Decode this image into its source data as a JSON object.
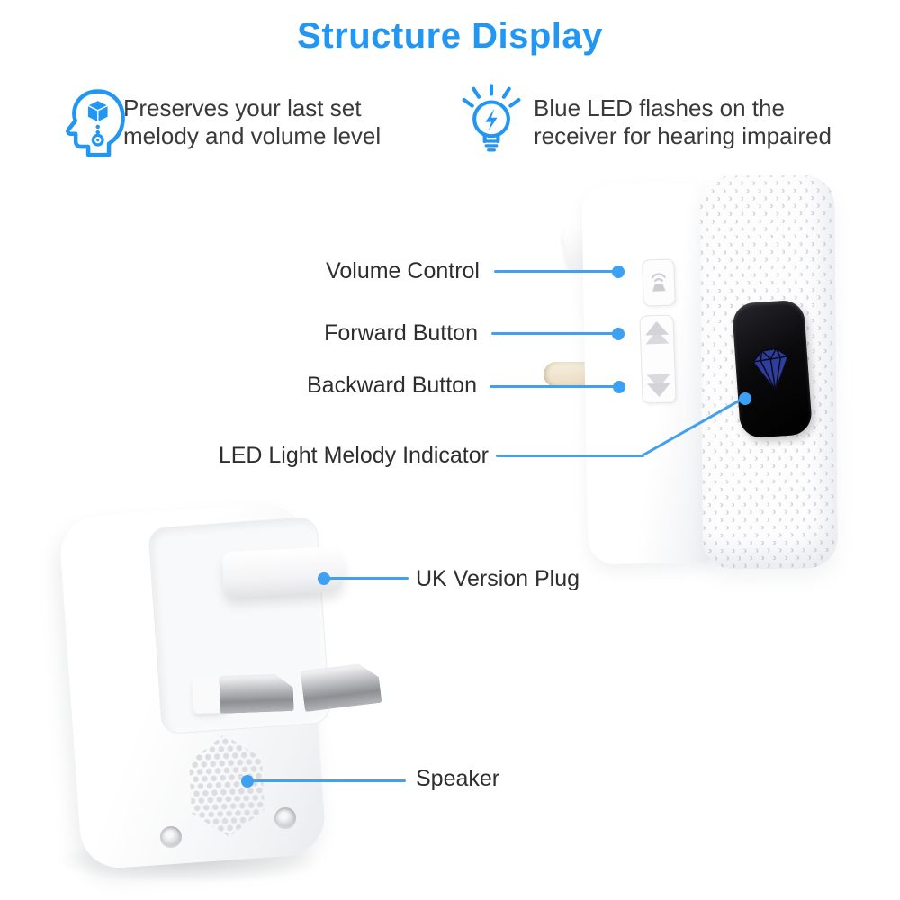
{
  "title": "Structure Display",
  "colors": {
    "accent_blue": "#2196f3",
    "callout_line_blue": "#43a0ef",
    "body_text": "#3a3a3a",
    "led_window_black": "#0a0a0c",
    "led_diamond_blue": "#2e3e9e",
    "plug_pin_beige": "#f0e6cf"
  },
  "features": [
    {
      "icon": "memory-head-icon",
      "line1": "Preserves your last set",
      "line2": "melody and volume level"
    },
    {
      "icon": "led-bulb-icon",
      "line1": "Blue LED flashes on the",
      "line2": "receiver for hearing impaired"
    }
  ],
  "front_view": {
    "callouts": [
      {
        "label": "Volume Control",
        "target": "volume-control-button"
      },
      {
        "label": "Forward Button",
        "target": "forward-button"
      },
      {
        "label": "Backward Button",
        "target": "backward-button"
      },
      {
        "label": "LED Light Melody Indicator",
        "target": "led-melody-indicator"
      }
    ]
  },
  "back_view": {
    "callouts": [
      {
        "label": "UK Version Plug",
        "target": "uk-plug"
      },
      {
        "label": "Speaker",
        "target": "speaker-grille"
      }
    ]
  }
}
